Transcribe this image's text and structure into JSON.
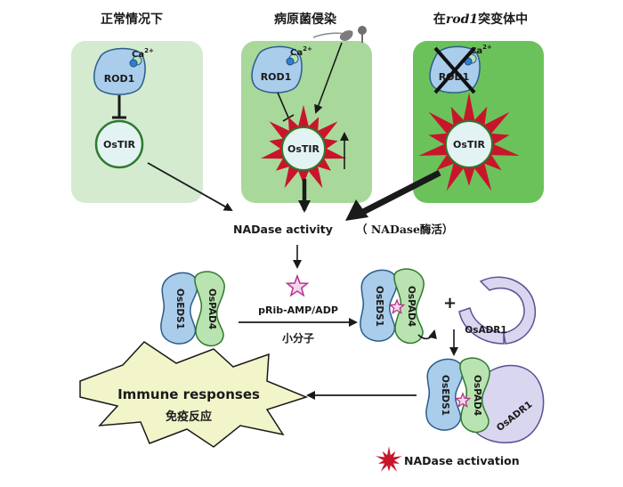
{
  "columns": {
    "normal": "正常情况下",
    "pathogen": "病原菌侵染",
    "mutant_prefix": "在",
    "mutant_gene": "rod1",
    "mutant_suffix": "突变体中"
  },
  "labels": {
    "ca": "Ca",
    "ca_sup": "2+",
    "rod1": "ROD1",
    "ostir": "OsTIR",
    "nadase_activity": "NADase activity",
    "nadase_cn": "（ NADase酶活）",
    "small_molecule_name": "pRib-AMP/ADP",
    "small_molecule_cn": "小分子",
    "oseds1": "OsEDS1",
    "ospad4": "OsPAD4",
    "osadr1": "OsADR1",
    "plus": "+",
    "immune_en": "Immune responses",
    "immune_cn": "免疫反应",
    "legend": "NADase activation"
  },
  "colors": {
    "panel_light": "#d4ebd0",
    "panel_mid": "#a8d99b",
    "panel_dark": "#6cc25a",
    "protein_blue": "#a9cdea",
    "protein_green": "#b9e3b0",
    "protein_lilac": "#d9d6ef",
    "starburst_red": "#c7162b",
    "star_pink": "#e07ab8",
    "immune_fill": "#f2f5c9"
  }
}
